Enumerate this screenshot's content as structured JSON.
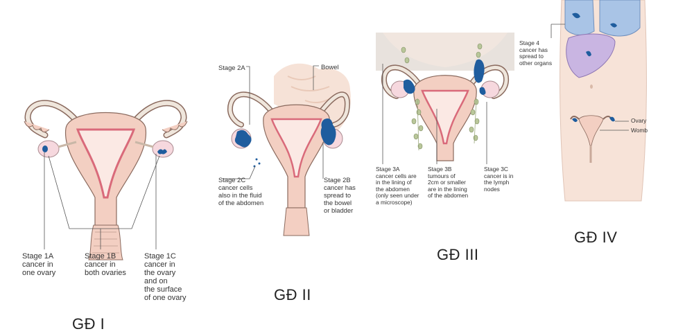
{
  "colors": {
    "uterus": "#f3cfc2",
    "uterus_edge": "#8a6a5e",
    "lining": "#d96a7a",
    "tube": "#efe6dc",
    "ovary": "#f6d8de",
    "cancer": "#1f5d9e",
    "bowel": "#f4ddd0",
    "lymph": "#b9c79a",
    "lung": "#a9c4e6",
    "liver": "#c9b5e2",
    "skin": "#f7e3d8"
  },
  "stage1": {
    "title": "GĐ I",
    "label_1a": "Stage 1A\ncancer in\none ovary",
    "label_1b": "Stage 1B\ncancer in\nboth ovaries",
    "label_1c": "Stage 1C\ncancer in\nthe ovary\nand on\nthe surface\nof one ovary"
  },
  "stage2": {
    "title": "GĐ II",
    "label_2a": "Stage 2A",
    "label_bowel": "Bowel",
    "label_2c": "Stage 2C\ncancer cells\nalso in the fluid\nof the abdomen",
    "label_2b": "Stage 2B\ncancer has\nspread to\nthe bowel\nor bladder"
  },
  "stage3": {
    "title": "GĐ III",
    "label_3a": "Stage 3A\ncancer cells are\nin the lining of\nthe abdomen\n(only seen under\na microscope)",
    "label_3b": "Stage 3B\ntumours of\n2cm or smaller\nare in the lining\nof the abdomen",
    "label_3c": "Stage 3C\ncancer is in\nthe lymph\nnodes"
  },
  "stage4": {
    "title": "GĐ IV",
    "label_4": "Stage 4\ncancer has\nspread to\nother organs",
    "label_ovary": "Ovary",
    "label_womb": "Womb"
  }
}
